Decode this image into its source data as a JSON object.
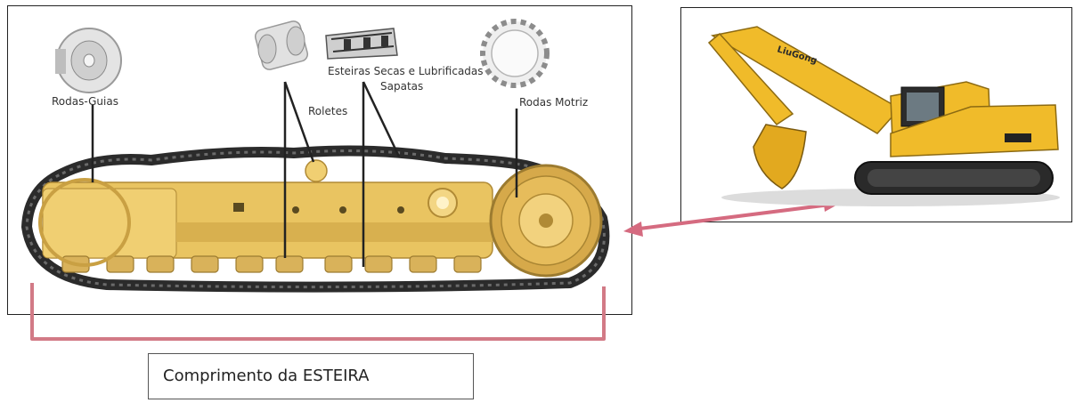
{
  "labels": {
    "idler": "Rodas-Guias",
    "rollers": "Roletes",
    "chain_line1": "Esteiras Secas e Lubrificadas",
    "chain_line2": "Sapatas",
    "sprocket": "Rodas Motriz",
    "excavator_brand": "LiuGong"
  },
  "caption": "Comprimento da ESTEIRA",
  "colors": {
    "frame_yellow": "#e9c461",
    "frame_shade": "#c9a043",
    "track_dark": "#2b2b2b",
    "bracket_pink": "#d27a86",
    "arrow_pink": "#d56b80",
    "excavator_yellow": "#f0bb2a"
  }
}
